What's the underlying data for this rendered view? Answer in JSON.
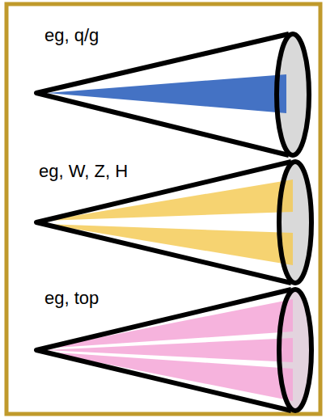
{
  "diagram": {
    "labels": [
      "eg, q/g",
      "eg, W, Z, H",
      "eg, top"
    ]
  }
}
